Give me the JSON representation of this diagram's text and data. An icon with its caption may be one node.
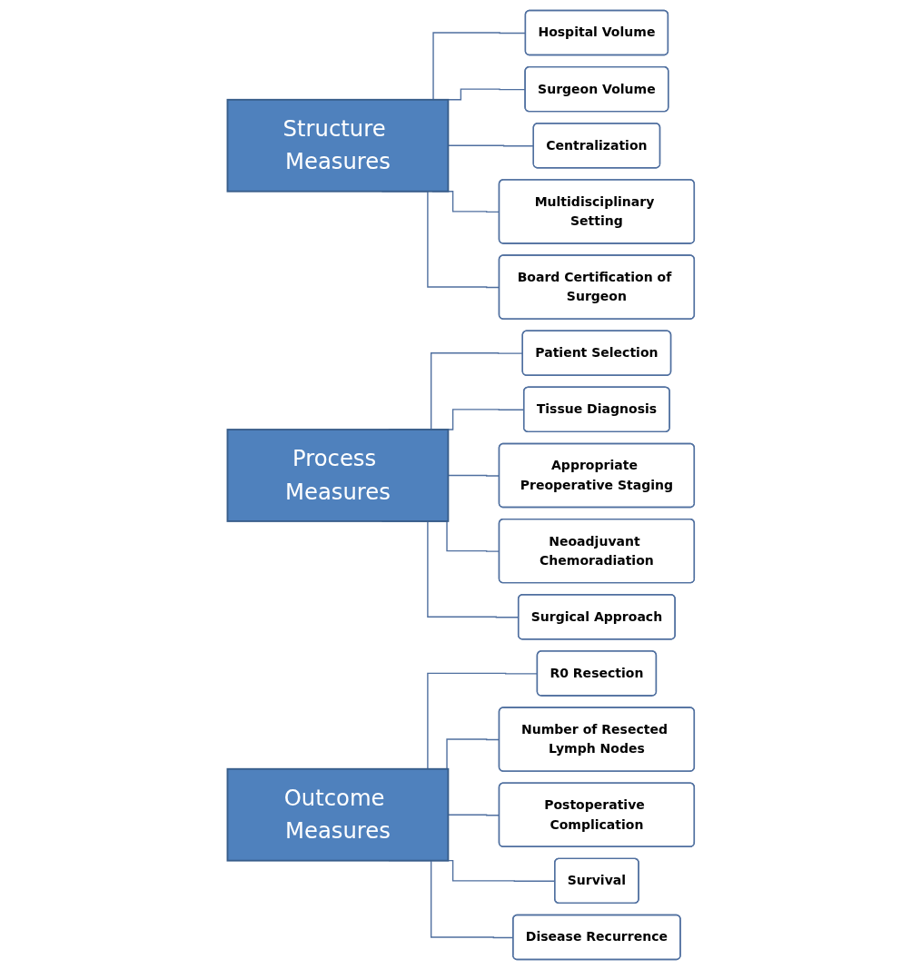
{
  "diagram": {
    "nodes": [
      {
        "text": [
          "Structure Measures"
        ]
      },
      {
        "text": [
          "Hospital Volume"
        ]
      },
      {
        "text": [
          "Surgeon Volume"
        ]
      },
      {
        "text": [
          "Centralization"
        ]
      },
      {
        "text": [
          "Multidisciplinary Setting"
        ]
      },
      {
        "text": [
          "Board Certification of Surgeon"
        ]
      },
      {
        "text": [
          "Process Measures"
        ]
      },
      {
        "text": [
          "Patient Selection"
        ]
      },
      {
        "text": [
          "Tissue Diagnosis"
        ]
      },
      {
        "text": [
          "Appropriate Preoperative Staging"
        ]
      },
      {
        "text": [
          "Neoadjuvant Chemoradiation"
        ]
      },
      {
        "text": [
          "Surgical Approach"
        ]
      },
      {
        "text": [
          "Outcome Measures"
        ]
      },
      {
        "text": [
          "R0 Resection"
        ]
      },
      {
        "text": [
          "Number of Resected Lymph Nodes"
        ]
      },
      {
        "text": [
          "Postoperative Complication"
        ]
      },
      {
        "text": [
          "Survival"
        ]
      },
      {
        "text": [
          "Disease Recurrence"
        ]
      }
    ],
    "edges": [
      {
        "from": 0,
        "to": 1,
        "arrow": "none"
      },
      {
        "from": 0,
        "to": 2,
        "arrow": "none"
      },
      {
        "from": 0,
        "to": 3,
        "arrow": "none"
      },
      {
        "from": 0,
        "to": 4,
        "arrow": "none"
      },
      {
        "from": 0,
        "to": 5,
        "arrow": "none"
      },
      {
        "from": 6,
        "to": 7,
        "arrow": "none"
      },
      {
        "from": 6,
        "to": 8,
        "arrow": "none"
      },
      {
        "from": 6,
        "to": 9,
        "arrow": "none"
      },
      {
        "from": 6,
        "to": 10,
        "arrow": "none"
      },
      {
        "from": 6,
        "to": 11,
        "arrow": "none"
      },
      {
        "from": 12,
        "to": 13,
        "arrow": "none"
      },
      {
        "from": 12,
        "to": 14,
        "arrow": "none"
      },
      {
        "from": 12,
        "to": 15,
        "arrow": "none"
      },
      {
        "from": 12,
        "to": 16,
        "arrow": "none"
      },
      {
        "from": 12,
        "to": 17,
        "arrow": "none"
      }
    ]
  }
}
